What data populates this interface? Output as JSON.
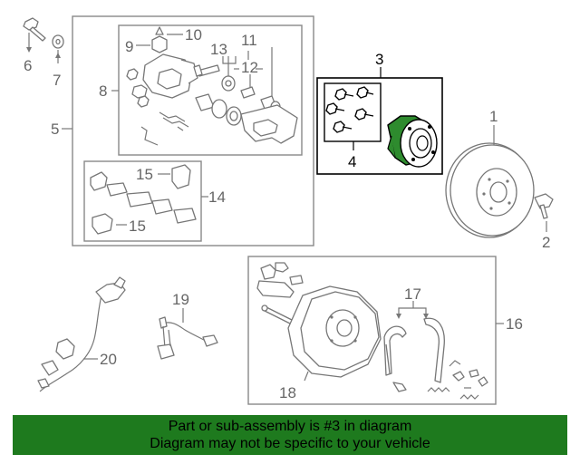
{
  "labels": {
    "p1": "1",
    "p2": "2",
    "p3": "3",
    "p4": "4",
    "p5": "5",
    "p6": "6",
    "p7": "7",
    "p8": "8",
    "p9": "9",
    "p10": "10",
    "p11": "11",
    "p12": "12",
    "p13": "13",
    "p14": "14",
    "p15a": "15",
    "p15b": "15",
    "p16": "16",
    "p17": "17",
    "p18": "18",
    "p19": "19",
    "p20": "20"
  },
  "banner": {
    "line1": "Part or sub-assembly is #3 in diagram",
    "line2": "Diagram may not be specific to your vehicle"
  },
  "colors": {
    "banner_bg": "#1e7a1e",
    "hub_fill": "#2e8b2e",
    "line_gray": "#777777"
  }
}
